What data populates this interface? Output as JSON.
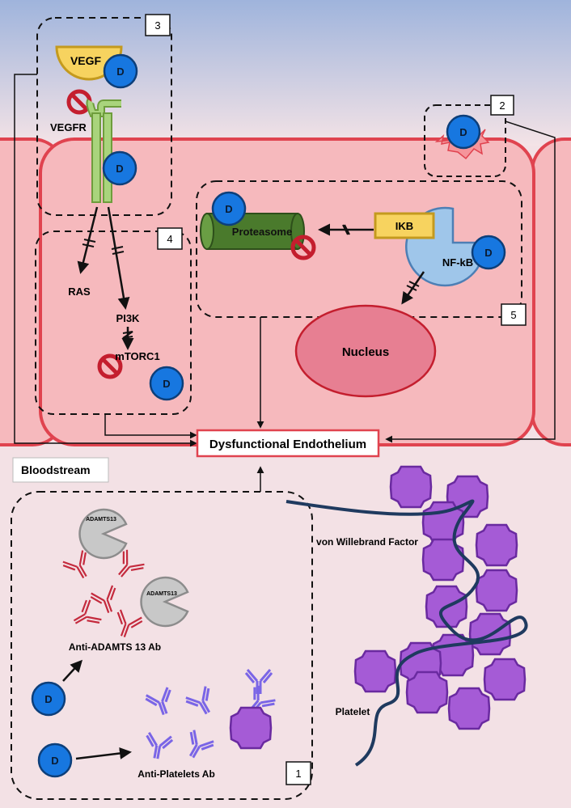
{
  "labels": {
    "vegf": "VEGF",
    "vegfr": "VEGFR",
    "ras": "RAS",
    "pi3k": "PI3K",
    "mtorc1": "mTORC1",
    "proteasome": "Proteasome",
    "ikb": "IKB",
    "nfkb": "NF-kB",
    "nucleus": "Nucleus",
    "dysfunctional_endothelium": "Dysfunctional Endothelium",
    "bloodstream": "Bloodstream",
    "vwf": "von Willebrand Factor",
    "platelet": "Platelet",
    "adamts13": "ADAMTS13",
    "anti_adamts13_ab": "Anti-ADAMTS 13 Ab",
    "anti_platelets_ab": "Anti-Platelets Ab",
    "drug": "D"
  },
  "boxes": {
    "b1": "1",
    "b2": "2",
    "b3": "3",
    "b4": "4",
    "b5": "5"
  },
  "colors": {
    "drug_fill": "#1777e0",
    "cell_fill": "#f6b9bd",
    "cell_stroke": "#e0434f",
    "proteasome": "#4a7a2c",
    "ikb": "#f7d35f",
    "nfkb": "#9fc6ea",
    "nucleus": "#e77f92",
    "platelet": "#a55bd6",
    "anti_adamts_ab": "#c42a3d",
    "anti_platelet_ab": "#7a65e6",
    "adamts13": "#c8c8c8",
    "vegf": "#f7d35f",
    "vegfr": "#a9d47c",
    "inhibitor": "#c41e2e",
    "vwf": "#1f3a5f"
  }
}
